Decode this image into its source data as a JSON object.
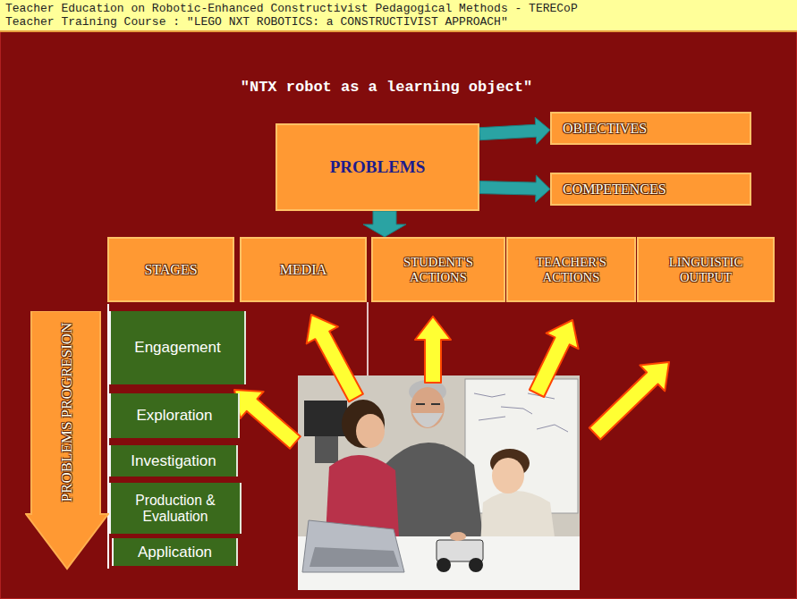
{
  "diagram": {
    "title": "\"NTX robot as a learning object\"",
    "nodes": [
      {
        "text": [
          "Teacher Education on Robotic-Enhanced Constructivist Pedagogical Methods - TERECoP",
          "Teacher Training Course : \"LEGO NXT ROBOTICS: a CONSTRUCTIVIST APPROACH\""
        ]
      },
      {
        "text": [
          "PROBLEMS"
        ]
      },
      {
        "text": [
          "OBJECTIVES"
        ]
      },
      {
        "text": [
          "COMPETENCES"
        ]
      },
      {
        "text": [
          "STAGES"
        ]
      },
      {
        "text": [
          "MEDIA"
        ]
      },
      {
        "text": [
          "STUDENT'S ACTIONS"
        ]
      },
      {
        "text": [
          "TEACHER'S ACTIONS"
        ]
      },
      {
        "text": [
          "LINGUISTIC OUTPUT"
        ]
      },
      {
        "text": [
          "PROBLEMS PROGRESION"
        ]
      },
      {
        "text": [
          "Engagement"
        ]
      },
      {
        "text": [
          "Exploration"
        ]
      },
      {
        "text": [
          "Investigation"
        ]
      },
      {
        "text": [
          "Production & Evaluation"
        ]
      },
      {
        "text": [
          "Application"
        ]
      }
    ],
    "edges": [
      {
        "from": 1,
        "to": 2,
        "arrow": "to"
      },
      {
        "from": 1,
        "to": 3,
        "arrow": "to"
      },
      {
        "from": 1,
        "to": 6,
        "arrow": "to"
      }
    ]
  }
}
